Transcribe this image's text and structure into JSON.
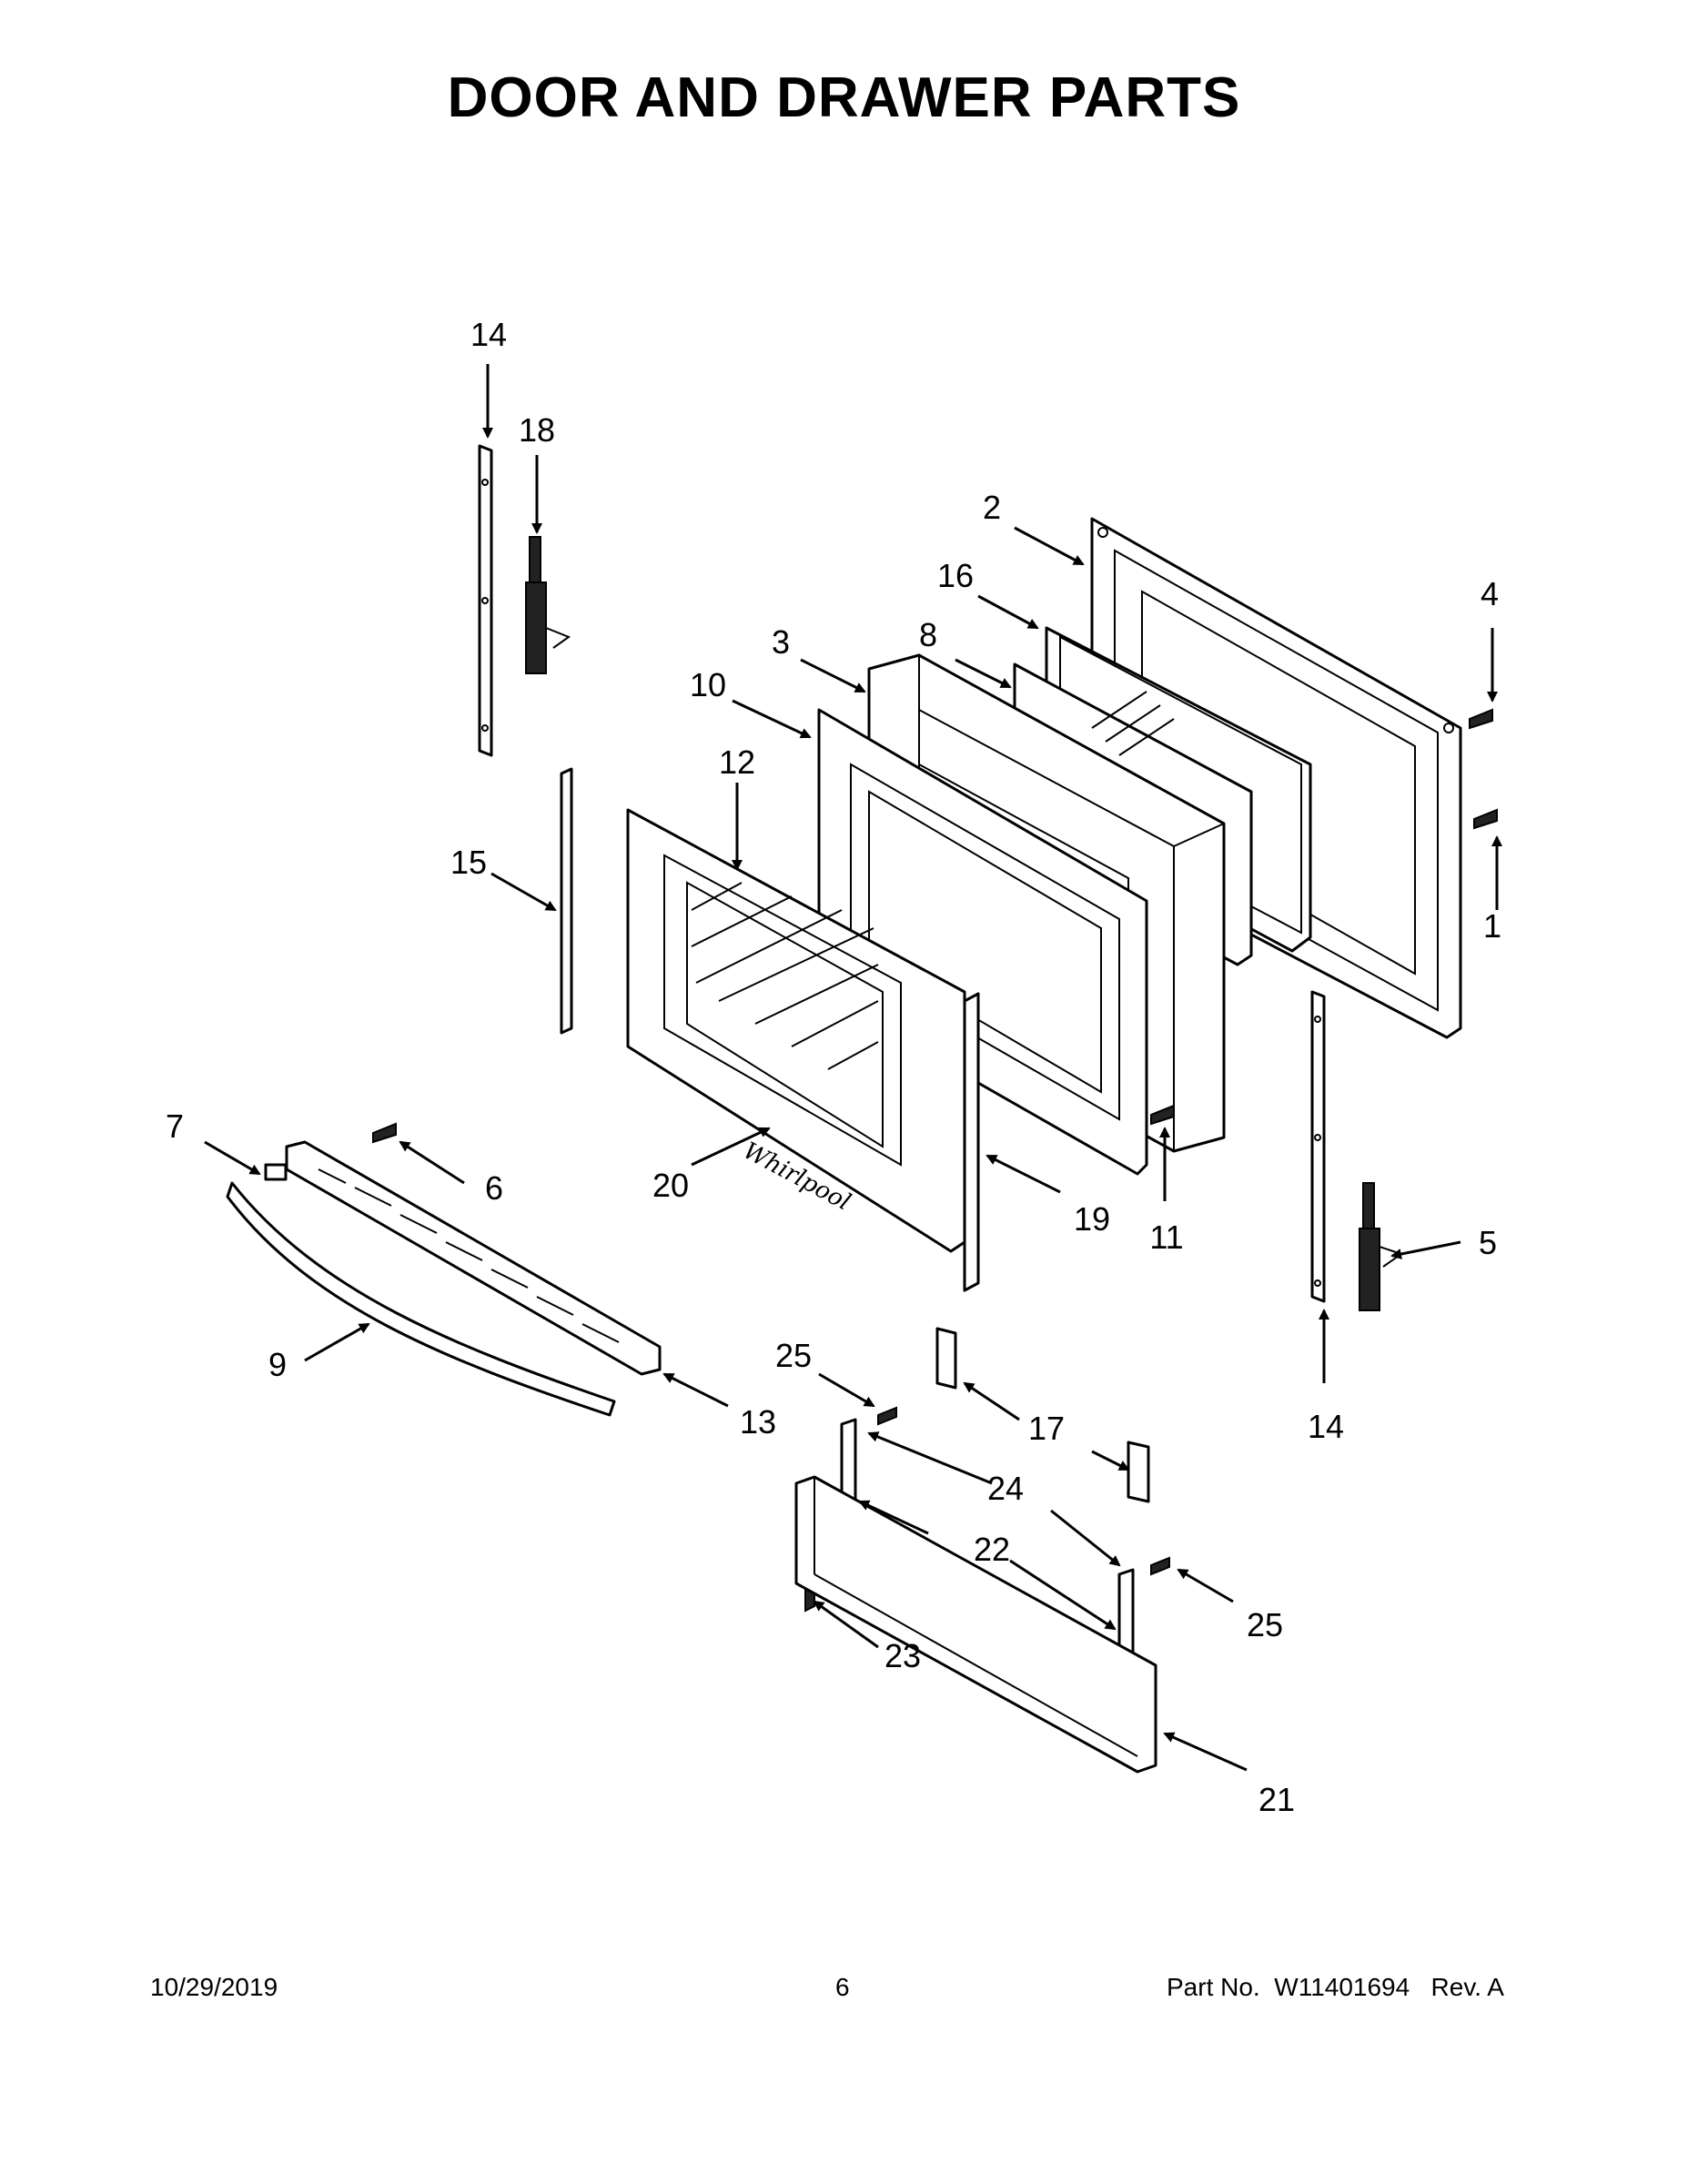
{
  "page": {
    "title": "DOOR AND DRAWER PARTS",
    "footer_date": "10/29/2019",
    "footer_page": "6",
    "footer_part_label": "Part No.",
    "footer_part_number": "W11401694",
    "footer_rev": "Rev. A"
  },
  "callouts": [
    {
      "id": "c1",
      "label": "1"
    },
    {
      "id": "c2",
      "label": "2"
    },
    {
      "id": "c3",
      "label": "3"
    },
    {
      "id": "c4",
      "label": "4"
    },
    {
      "id": "c5",
      "label": "5"
    },
    {
      "id": "c6",
      "label": "6"
    },
    {
      "id": "c7",
      "label": "7"
    },
    {
      "id": "c8",
      "label": "8"
    },
    {
      "id": "c9",
      "label": "9"
    },
    {
      "id": "c10",
      "label": "10"
    },
    {
      "id": "c11",
      "label": "11"
    },
    {
      "id": "c12",
      "label": "12"
    },
    {
      "id": "c13",
      "label": "13"
    },
    {
      "id": "c14a",
      "label": "14"
    },
    {
      "id": "c14b",
      "label": "14"
    },
    {
      "id": "c15",
      "label": "15"
    },
    {
      "id": "c16",
      "label": "16"
    },
    {
      "id": "c17",
      "label": "17"
    },
    {
      "id": "c18",
      "label": "18"
    },
    {
      "id": "c19",
      "label": "19"
    },
    {
      "id": "c20",
      "label": "20"
    },
    {
      "id": "c21",
      "label": "21"
    },
    {
      "id": "c22",
      "label": "22"
    },
    {
      "id": "c23",
      "label": "23"
    },
    {
      "id": "c24",
      "label": "24"
    },
    {
      "id": "c25a",
      "label": "25"
    },
    {
      "id": "c25b",
      "label": "25"
    }
  ],
  "brand_mark": "Whirlpool"
}
